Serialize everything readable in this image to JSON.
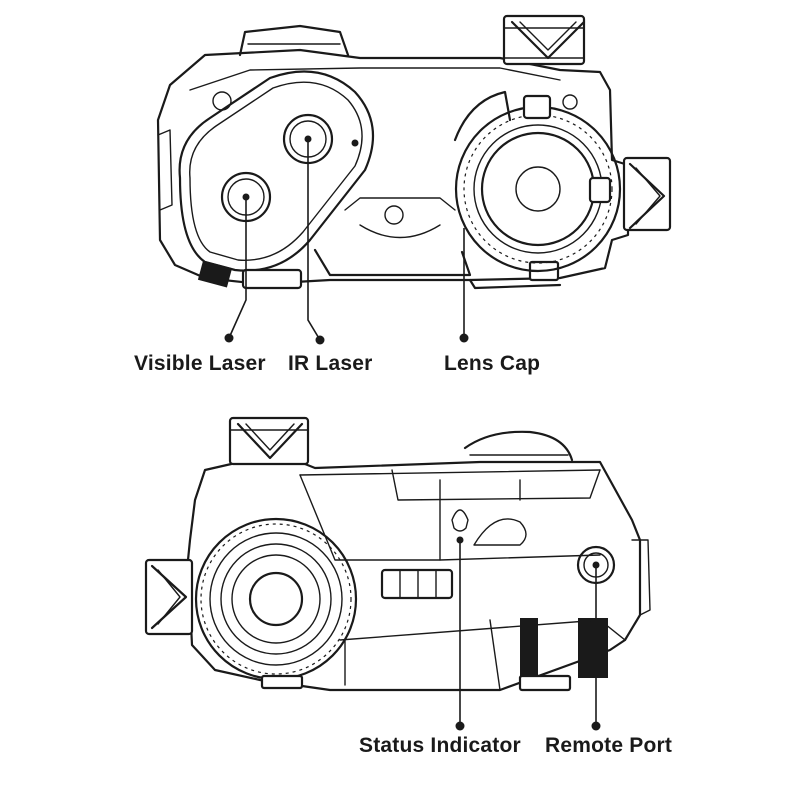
{
  "labels": {
    "visible_laser": "Visible Laser",
    "ir_laser": "IR Laser",
    "lens_cap": "Lens Cap",
    "status_indicator": "Status Indicator",
    "remote_port": "Remote Port"
  },
  "colors": {
    "line": "#1a1a1a",
    "background": "#ffffff"
  }
}
